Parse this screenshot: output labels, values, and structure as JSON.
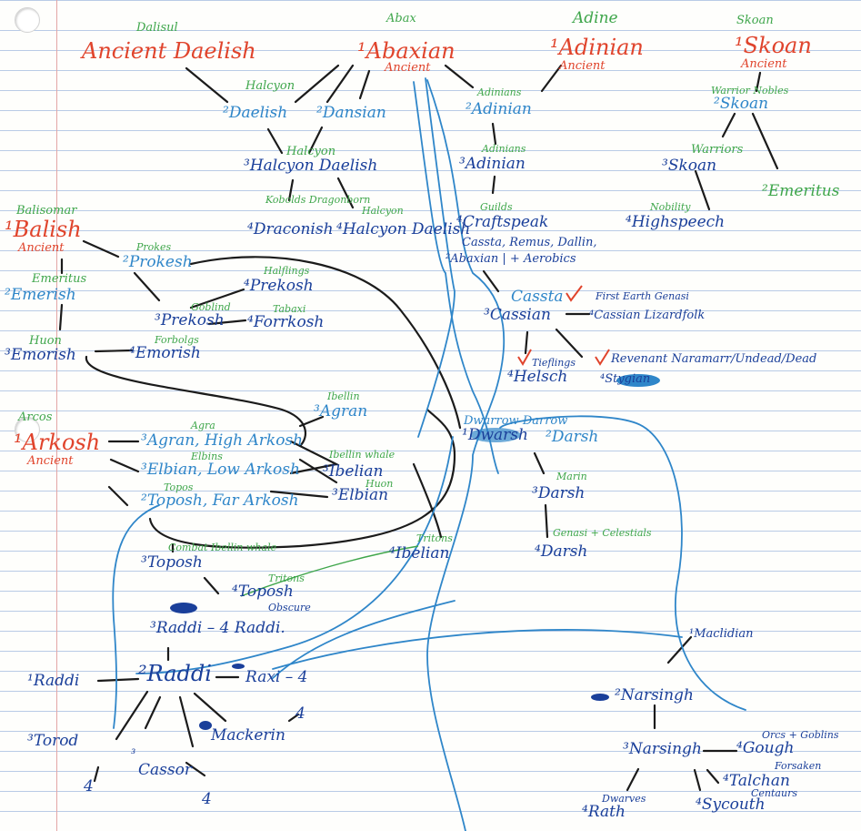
{
  "paper": {
    "line_color": "#b9cbe6",
    "margin_color": "#e3a6a6",
    "ink_colors": {
      "red": "#e0442c",
      "green": "#3fa64b",
      "blue": "#2f86c9",
      "navy": "#1a3f9a",
      "black": "#1b1b1b"
    }
  },
  "labels": {
    "dalisul": "Dalisul",
    "ancient_daelish": "Ancient Daelish",
    "abax": "Abax",
    "abaxian": "¹Abaxian",
    "abaxian_ancient": "Ancient",
    "adine": "Adine",
    "adinian": "¹Adinian",
    "adinian_ancient": "Ancient",
    "skoan": "Skoan",
    "skoan_1": "¹Skoan",
    "skoan_ancient": "Ancient",
    "halcyon_1": "Halcyon",
    "daelish_2": "²Daelish",
    "dansian_2": "²Dansian",
    "adinian_green": "Adinians",
    "adinian_2": "²Adinian",
    "warrior_nobles": "Warrior Nobles",
    "skoan_2": "²Skoan",
    "halcyon_2": "Halcyon",
    "halcyon_daelish_3": "³Halcyon Daelish",
    "adinians_2": "Adinians",
    "adinian_3": "³Adinian",
    "warriors": "Warriors",
    "skoan_3": "³Skoan",
    "emeritus_2": "²Emeritus",
    "kobolds_dragonborn": "Kobolds Dragonborn",
    "draconish_4": "⁴Draconish",
    "halcyon_3": "Halcyon",
    "halcyon_daelish_4": "⁴Halcyon Daelish",
    "guilds": "Guilds",
    "craftspeak_4": "⁴Craftspeak",
    "cassta_remus": "Cassta, Remus, Dallin,",
    "abaxian_aerobics": "²Abaxian | + Aerobics",
    "nobility": "Nobility",
    "highspeech_4": "⁴Highspeech",
    "balisomar": "Balisomar",
    "balish_1": "¹Balish",
    "balish_ancient": "Ancient",
    "prokes": "Prokes",
    "prokesh_2": "²Prokesh",
    "emeritus_green": "Emeritus",
    "emerish_2": "²Emerish",
    "halflings": "Halflings",
    "prekosh_4": "⁴Prekosh",
    "goblins_green": "Goblind",
    "prekosh_3": "³Prekosh",
    "tabaxi": "Tabaxi",
    "forrkosh_4": "⁴Forrkosh",
    "huon": "Huon",
    "emorish_3": "³Emorish",
    "forbolgs": "Forbolgs",
    "emorish_4": "⁴Emorish",
    "cassta": "Cassta",
    "cassian_3": "³Cassian",
    "first_earth_genasi": "First Earth Genasi",
    "cassian_lizardfolk": "⁴Cassian Lizardfolk",
    "tieflings": "Tieflings",
    "helsch_4": "⁴Helsch",
    "revenant": "Revenant Naramarr/Undead/Dead",
    "stygian_4": "⁴Stygian",
    "ibellin": "Ibellin",
    "agran_3": "³Agran",
    "dwarrow": "Dwarrow Darrow",
    "dwarsh_1": "¹Dwarsh",
    "darsh_2": "²Darsh",
    "arcos": "Arcos",
    "arkosh_1": "¹Arkosh",
    "arkosh_ancient": "Ancient",
    "agran_high": "³Agran, High Arkosh",
    "agra_green": "Agra",
    "elbins_green": "Elbins",
    "elbian_low": "³Elbian, Low Arkosh",
    "ibellin_whale": "Ibellin whale",
    "ibelian_3": "³Ibelian",
    "huon_2": "Huon",
    "elbian_5": "³Elbian",
    "topos": "Topos",
    "toposh_far": "²Toposh, Far Arkosh",
    "marin": "Marin",
    "darsh_3": "³Darsh",
    "tritons": "Tritons",
    "ibelian_4": "⁴Ibelian",
    "combat_ibellin": "Combat Ibellin whale",
    "toposh_3": "³Toposh",
    "genasi_celestials": "Genasi + Celestials",
    "darsh_4": "⁴Darsh",
    "tritons_2": "Tritons",
    "toposh_4": "⁴Toposh",
    "obscure": "Obscure",
    "raddi_pair": "³Raddi – 4 Raddi.",
    "maclidian": "¹Maclidian",
    "raddi_1": "¹Raddi",
    "raddi_2": "²Raddi",
    "raxi": "Raxi – 4",
    "narsingh_2": "²Narsingh",
    "torod_3": "³Torod",
    "torod_4": "4",
    "mackerin": "Mackerin",
    "mackerin_4": "4",
    "cassor_3": "³",
    "cassor": "Cassor",
    "cassor_4": "4",
    "narsingh_3": "³Narsingh",
    "orcs_goblins": "Orcs + Goblins",
    "gough": "⁴Gough",
    "forsaken": "Forsaken",
    "talchan": "⁴Talchan",
    "dwarves": "Dwarves",
    "rath_4": "⁴Rath",
    "sycouth_4": "⁴Sycouth",
    "centaurs": "Centaurs"
  }
}
